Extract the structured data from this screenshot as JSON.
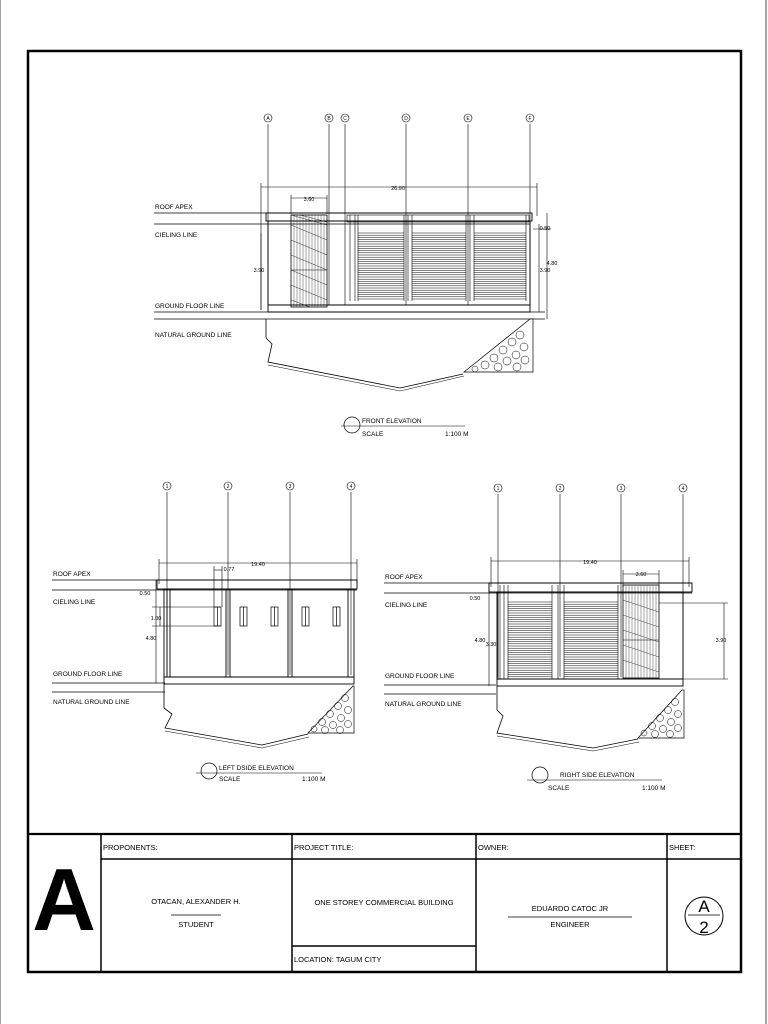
{
  "front": {
    "grid": [
      "A",
      "B",
      "C",
      "D",
      "E",
      "F"
    ],
    "levels": {
      "roof_apex": "ROOF APEX",
      "ceiling": "CIELING LINE",
      "ground_floor": "GROUND FLOOR LINE",
      "natural_ground": "NATURAL GROUND LINE"
    },
    "dims": {
      "total": "26.90",
      "bay": "3.60",
      "h1": "3.90",
      "h2": "4.80",
      "top": "0.50"
    },
    "title": "FRONT ELEVATION",
    "scale_label": "SCALE",
    "scale": "1:100 M"
  },
  "left": {
    "grid": [
      "1",
      "2",
      "3",
      "4"
    ],
    "levels": {
      "roof_apex": "ROOF APEX",
      "ceiling": "CIELING LINE",
      "ground_floor": "GROUND FLOOR LINE",
      "natural_ground": "NATURAL GROUND LINE"
    },
    "dims": {
      "total": "19.40",
      "win": "0.77",
      "top": "0.50",
      "h_win": "1.00",
      "h": "4.80"
    },
    "title": "LEFT DSIDE ELEVATION",
    "scale_label": "SCALE",
    "scale": "1:100 M"
  },
  "right": {
    "grid": [
      "1",
      "2",
      "3",
      "4"
    ],
    "levels": {
      "roof_apex": "ROOF APEX",
      "ceiling": "CIELING LINE",
      "ground_floor": "GROUND FLOOR LINE",
      "natural_ground": "NATURAL GROUND LINE"
    },
    "dims": {
      "total": "19.40",
      "bay": "3.60",
      "top": "0.50",
      "h1": "4.80",
      "h2": "3.30",
      "h3": "3.90"
    },
    "title": "RIGHT SIDE ELEVATION",
    "scale_label": "SCALE",
    "scale": "1:100 M"
  },
  "title_block": {
    "logo": "A",
    "proponents_label": "PROPONENTS:",
    "proponent_name": "OTACAN, ALEXANDER H.",
    "proponent_role": "STUDENT",
    "project_label": "PROJECT TITLE:",
    "project_title": "ONE STOREY COMMERCIAL BUILDING",
    "location": "LOCATION:  TAGUM CITY",
    "owner_label": "OWNER:",
    "owner_name": "EDUARDO CATOC JR",
    "owner_role": "ENGINEER",
    "sheet_label": "SHEET:",
    "sheet_top": "A",
    "sheet_bottom": "2"
  }
}
